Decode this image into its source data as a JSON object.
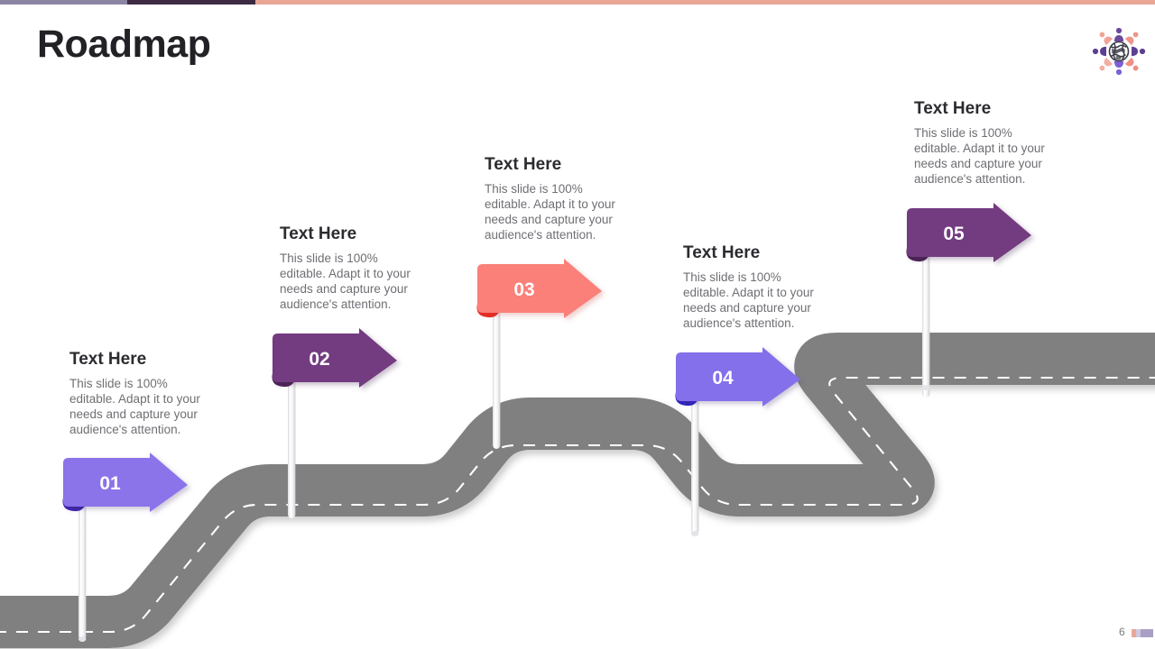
{
  "slide": {
    "title": "Roadmap",
    "page_number": "6",
    "background_color": "#ffffff"
  },
  "topbar": {
    "segments": [
      {
        "name": "left-muted-purple",
        "color": "#8c85a3"
      },
      {
        "name": "mid-dark-purple",
        "color": "#3e2b43"
      },
      {
        "name": "right-salmon",
        "color": "#e8a694"
      }
    ]
  },
  "logo": {
    "name": "globe-people-logo",
    "globe_color": "#3b3b45",
    "figure_colors": [
      "#6f4a9e",
      "#f4a090",
      "#8b6fe8",
      "#e8857a"
    ]
  },
  "road": {
    "color": "#808080",
    "lane_dash_color": "#ffffff"
  },
  "milestones": [
    {
      "number": "01",
      "heading": "Text Here",
      "body": "This slide is 100% editable. Adapt it to your needs and capture your audience's attention.",
      "flag_color": "#8b73ea",
      "curl_color": "#3a1fb0"
    },
    {
      "number": "02",
      "heading": "Text Here",
      "body": "This slide is 100% editable. Adapt it to your needs and capture your audience's attention.",
      "flag_color": "#733a80",
      "curl_color": "#4c2156"
    },
    {
      "number": "03",
      "heading": "Text Here",
      "body": "This slide is 100% editable. Adapt it to your needs and capture your audience's attention.",
      "flag_color": "#fa8079",
      "curl_color": "#e8261f"
    },
    {
      "number": "04",
      "heading": "Text Here",
      "body": "This slide is 100% editable. Adapt it to your needs and capture your audience's attention.",
      "flag_color": "#8370ea",
      "curl_color": "#2a1ec4"
    },
    {
      "number": "05",
      "heading": "Text Here",
      "body": "This slide is 100% editable. Adapt it to your needs and capture your audience's attention.",
      "flag_color": "#733a80",
      "curl_color": "#4c2156"
    }
  ]
}
